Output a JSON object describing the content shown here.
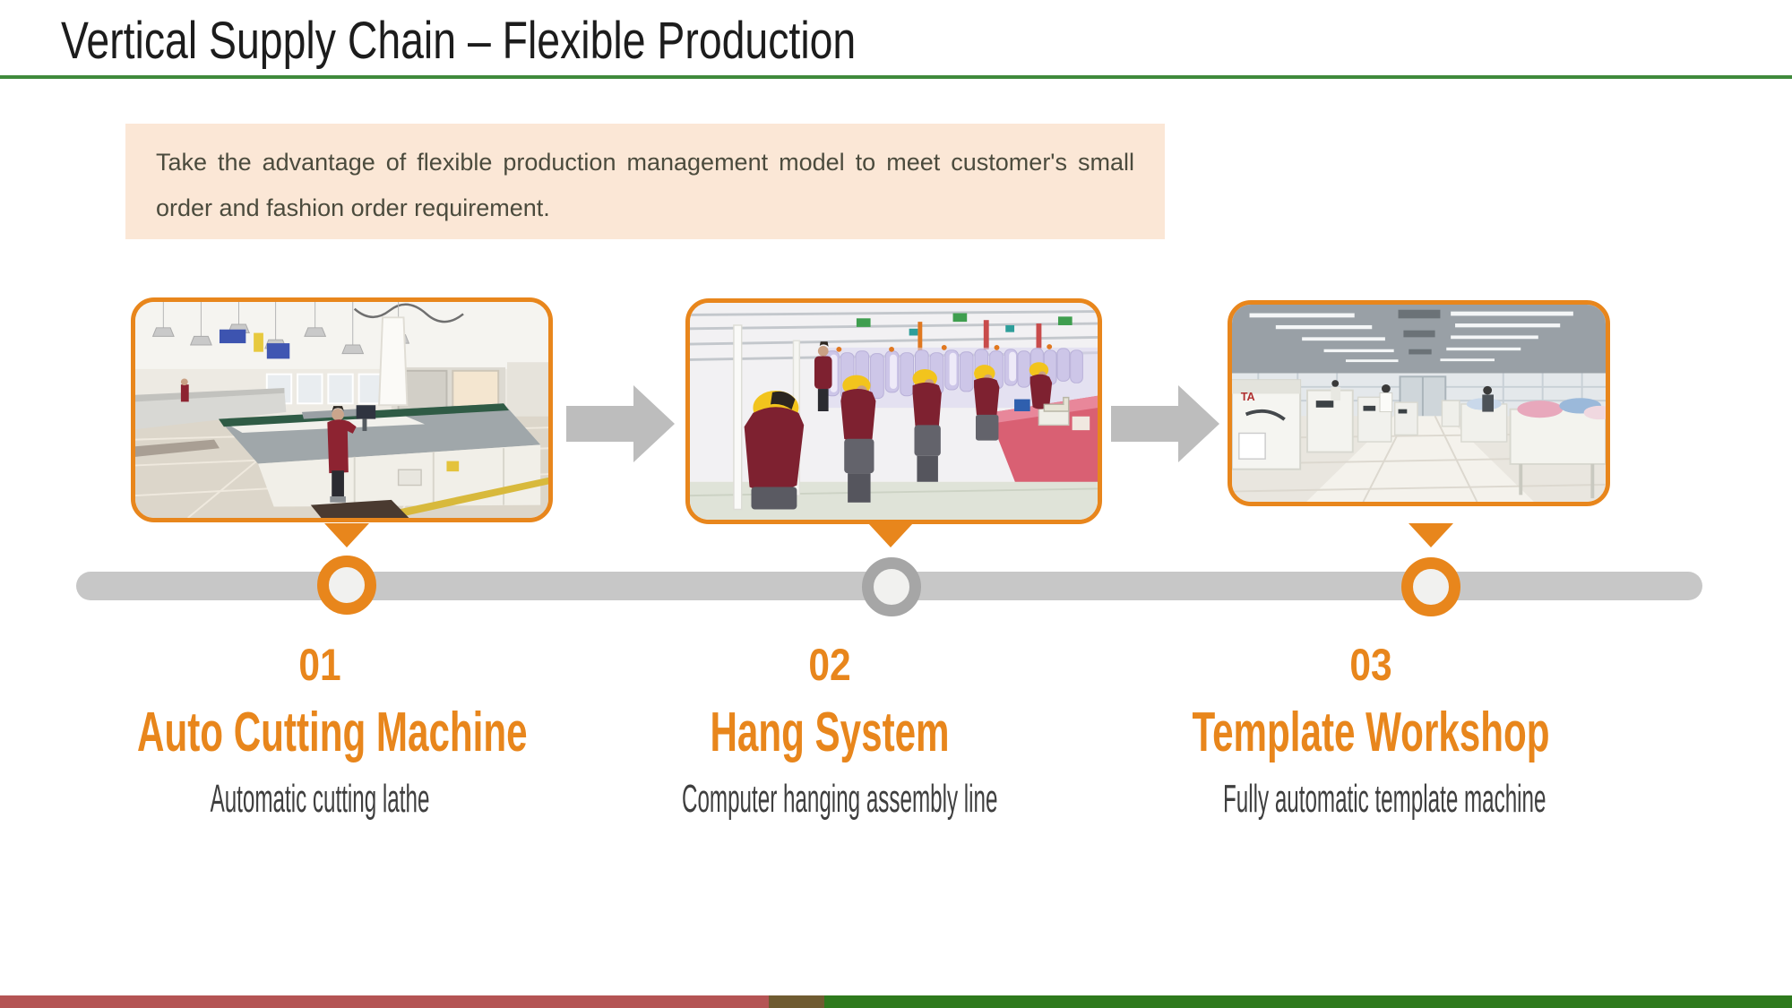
{
  "slide": {
    "title": "Vertical Supply Chain – Flexible Production",
    "note": "Take the advantage of flexible production management model to meet customer's small order and fashion order requirement."
  },
  "steps": [
    {
      "number": "01",
      "heading": "Auto Cutting Machine",
      "caption": "Automatic cutting lathe",
      "photo": "auto-cutting-machine-workshop-photo"
    },
    {
      "number": "02",
      "heading": "Hang System",
      "caption": "Computer hanging assembly line",
      "photo": "hanging-assembly-line-photo"
    },
    {
      "number": "03",
      "heading": "Template Workshop",
      "caption": "Fully automatic template machine",
      "photo": "template-workshop-photo"
    }
  ],
  "colors": {
    "accent_orange": "#E8861C",
    "title_text": "#1C1C1C",
    "header_rule_green": "#3F8A3C",
    "note_background": "#FBE7D6",
    "note_text": "#4B4B3D",
    "timeline_gray": "#C7C7C7",
    "inactive_node_gray": "#A6A6A6",
    "flow_arrow_gray": "#BDBDBD",
    "caption_text": "#3F3F3F",
    "footer_red": "#B45454",
    "footer_green": "#2E7A1D"
  }
}
